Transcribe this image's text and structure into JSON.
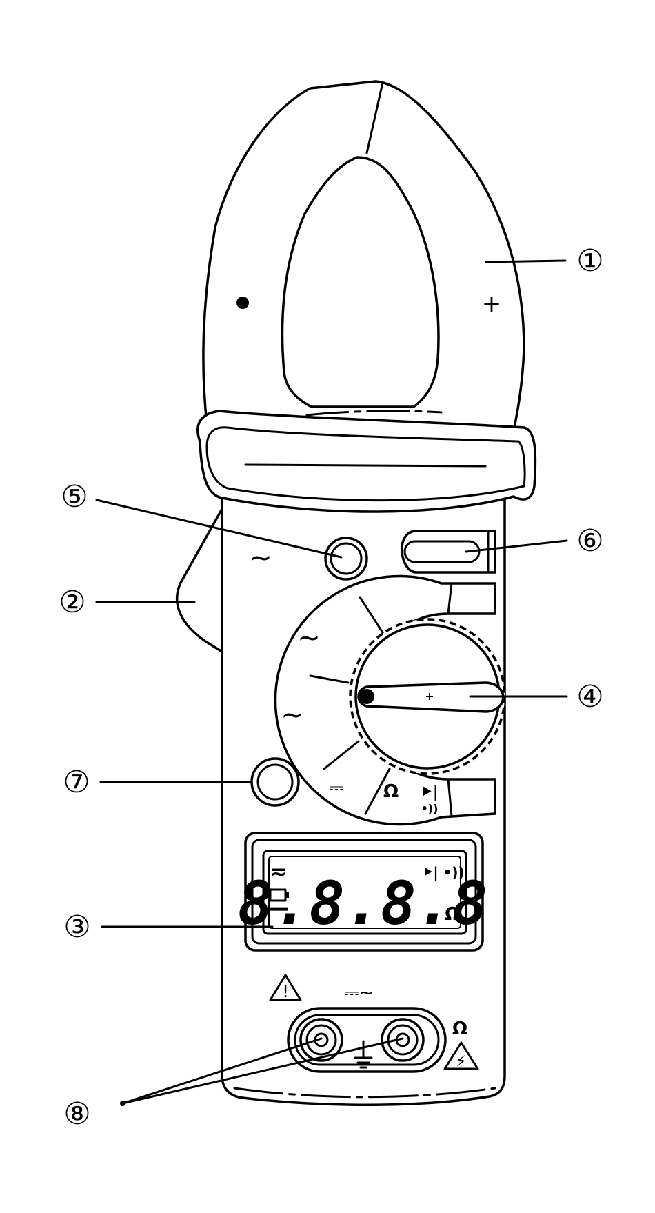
{
  "callouts": [
    {
      "id": "1",
      "label": "①"
    },
    {
      "id": "2",
      "label": "②"
    },
    {
      "id": "3",
      "label": "③"
    },
    {
      "id": "4",
      "label": "④"
    },
    {
      "id": "5",
      "label": "⑤"
    },
    {
      "id": "6",
      "label": "⑥"
    },
    {
      "id": "7",
      "label": "⑦"
    },
    {
      "id": "8",
      "label": "⑧"
    }
  ],
  "jaw_marks": {
    "polarity_plus": "+"
  },
  "panel_symbols": {
    "ac_near_button": "~",
    "dc_near_hold": "⎓",
    "dial_ac_upper": "~",
    "dial_ac_lower": "~",
    "dial_dc": "⎓",
    "dial_ohm": "Ω",
    "dial_diode": "⯈|",
    "dial_continuity": "•))"
  },
  "lcd": {
    "ac_dc_indicator": "≂",
    "minus_sign": "−",
    "digits": "8.8.8.8",
    "diode_continuity": "⯈| •))",
    "unit": "Ω"
  },
  "terminals": {
    "warning": "!",
    "input_label": "⎓~",
    "ohm_label": "Ω",
    "high_voltage": "⚡"
  },
  "colors": {
    "line": "#000000",
    "fill": "#ffffff"
  }
}
